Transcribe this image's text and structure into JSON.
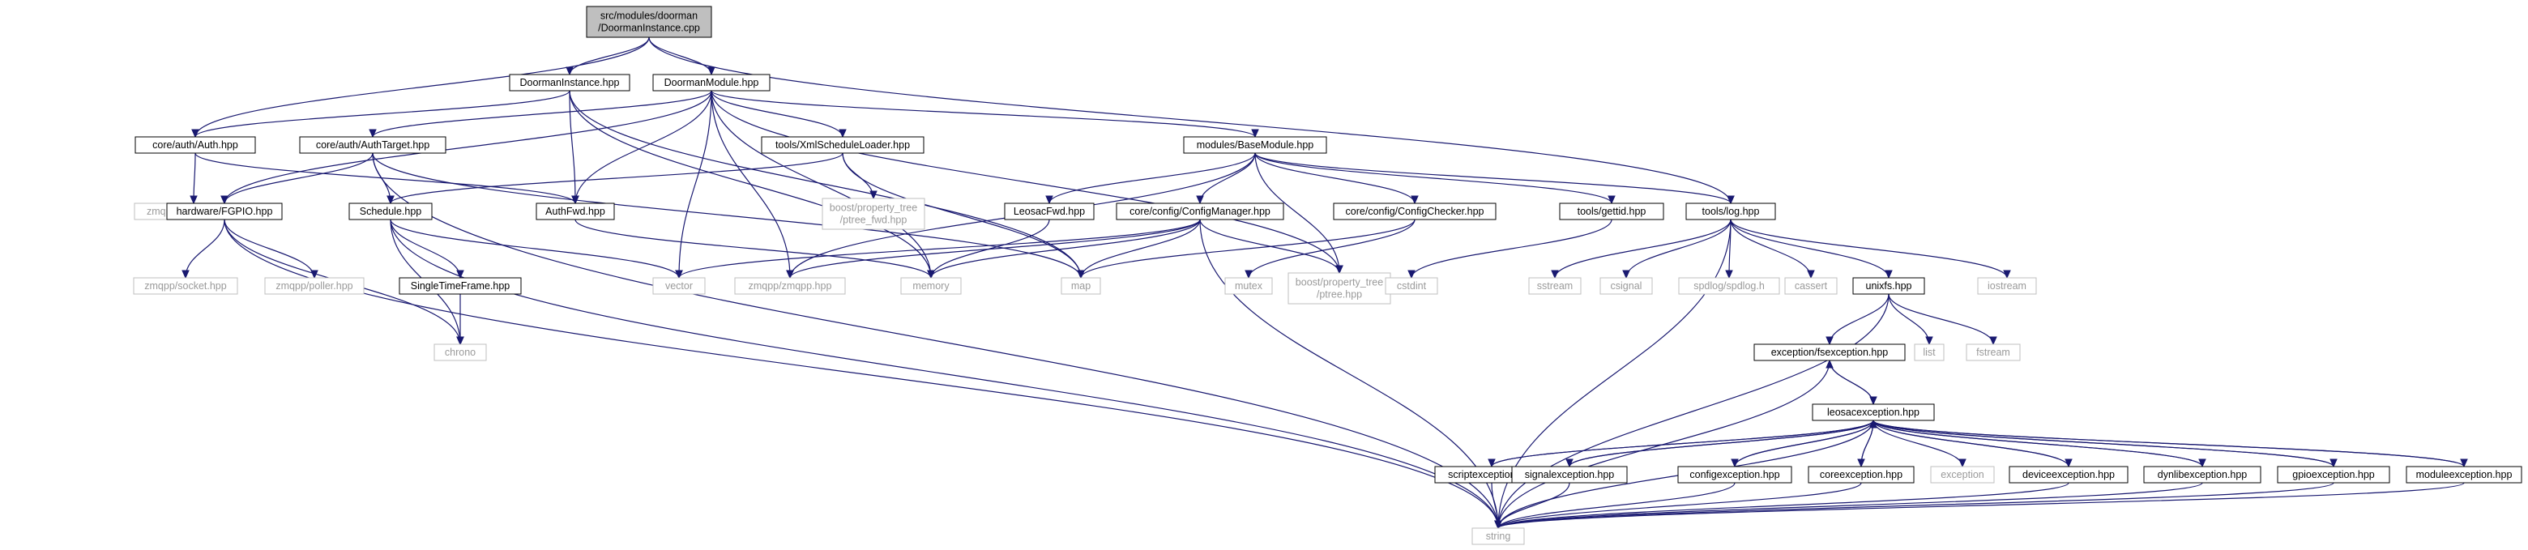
{
  "colors": {
    "edge": "#191970",
    "internal_border": "#000000",
    "external_border": "#bfbfbf",
    "external_text": "#9a9a9a",
    "root_fill": "#bfbfbf"
  },
  "nodes": [
    {
      "id": "root",
      "lines": [
        "src/modules/doorman",
        "/DoormanInstance.cpp"
      ],
      "kind": "root"
    },
    {
      "id": "doorman_instance_hpp",
      "lines": [
        "DoormanInstance.hpp"
      ],
      "kind": "internal"
    },
    {
      "id": "doorman_module_hpp",
      "lines": [
        "DoormanModule.hpp"
      ],
      "kind": "internal"
    },
    {
      "id": "auth_hpp",
      "lines": [
        "core/auth/Auth.hpp"
      ],
      "kind": "internal"
    },
    {
      "id": "auth_target_hpp",
      "lines": [
        "core/auth/AuthTarget.hpp"
      ],
      "kind": "internal"
    },
    {
      "id": "xml_schedule_loader_hpp",
      "lines": [
        "tools/XmlScheduleLoader.hpp"
      ],
      "kind": "internal"
    },
    {
      "id": "base_module_hpp",
      "lines": [
        "modules/BaseModule.hpp"
      ],
      "kind": "internal"
    },
    {
      "id": "zmqpp_message_hpp",
      "lines": [
        "zmqpp/message.hpp"
      ],
      "kind": "external"
    },
    {
      "id": "fgpio_hpp",
      "lines": [
        "hardware/FGPIO.hpp"
      ],
      "kind": "internal"
    },
    {
      "id": "schedule_hpp",
      "lines": [
        "Schedule.hpp"
      ],
      "kind": "internal"
    },
    {
      "id": "authfwd_hpp",
      "lines": [
        "AuthFwd.hpp"
      ],
      "kind": "internal"
    },
    {
      "id": "ptree_fwd_hpp",
      "lines": [
        "boost/property_tree",
        "/ptree_fwd.hpp"
      ],
      "kind": "external"
    },
    {
      "id": "leosacfwd_hpp",
      "lines": [
        "LeosacFwd.hpp"
      ],
      "kind": "internal"
    },
    {
      "id": "config_manager_hpp",
      "lines": [
        "core/config/ConfigManager.hpp"
      ],
      "kind": "internal"
    },
    {
      "id": "config_checker_hpp",
      "lines": [
        "core/config/ConfigChecker.hpp"
      ],
      "kind": "internal"
    },
    {
      "id": "gettid_hpp",
      "lines": [
        "tools/gettid.hpp"
      ],
      "kind": "internal"
    },
    {
      "id": "log_hpp",
      "lines": [
        "tools/log.hpp"
      ],
      "kind": "internal"
    },
    {
      "id": "zmqpp_socket_hpp",
      "lines": [
        "zmqpp/socket.hpp"
      ],
      "kind": "external"
    },
    {
      "id": "zmqpp_poller_hpp",
      "lines": [
        "zmqpp/poller.hpp"
      ],
      "kind": "external"
    },
    {
      "id": "single_time_frame_hpp",
      "lines": [
        "SingleTimeFrame.hpp"
      ],
      "kind": "internal"
    },
    {
      "id": "vector",
      "lines": [
        "vector"
      ],
      "kind": "external"
    },
    {
      "id": "zmqpp_zmqpp_hpp",
      "lines": [
        "zmqpp/zmqpp.hpp"
      ],
      "kind": "external"
    },
    {
      "id": "memory",
      "lines": [
        "memory"
      ],
      "kind": "external"
    },
    {
      "id": "map",
      "lines": [
        "map"
      ],
      "kind": "external"
    },
    {
      "id": "mutex",
      "lines": [
        "mutex"
      ],
      "kind": "external"
    },
    {
      "id": "ptree_hpp",
      "lines": [
        "boost/property_tree",
        "/ptree.hpp"
      ],
      "kind": "external"
    },
    {
      "id": "cstdint",
      "lines": [
        "cstdint"
      ],
      "kind": "external"
    },
    {
      "id": "sstream",
      "lines": [
        "sstream"
      ],
      "kind": "external"
    },
    {
      "id": "csignal",
      "lines": [
        "csignal"
      ],
      "kind": "external"
    },
    {
      "id": "spdlog_hpp",
      "lines": [
        "spdlog/spdlog.h"
      ],
      "kind": "external"
    },
    {
      "id": "cassert",
      "lines": [
        "cassert"
      ],
      "kind": "external"
    },
    {
      "id": "unixfs_hpp",
      "lines": [
        "unixfs.hpp"
      ],
      "kind": "internal"
    },
    {
      "id": "iostream",
      "lines": [
        "iostream"
      ],
      "kind": "external"
    },
    {
      "id": "chrono",
      "lines": [
        "chrono"
      ],
      "kind": "external"
    },
    {
      "id": "list",
      "lines": [
        "list"
      ],
      "kind": "external"
    },
    {
      "id": "fstream",
      "lines": [
        "fstream"
      ],
      "kind": "external"
    },
    {
      "id": "fsexception_hpp",
      "lines": [
        "exception/fsexception.hpp"
      ],
      "kind": "internal"
    },
    {
      "id": "leosacexception_hpp",
      "lines": [
        "leosacexception.hpp"
      ],
      "kind": "internal"
    },
    {
      "id": "scriptexception_hpp",
      "lines": [
        "scriptexception.hpp"
      ],
      "kind": "internal"
    },
    {
      "id": "signalexception_hpp",
      "lines": [
        "signalexception.hpp"
      ],
      "kind": "internal"
    },
    {
      "id": "configexception_hpp",
      "lines": [
        "configexception.hpp"
      ],
      "kind": "internal"
    },
    {
      "id": "coreexception_hpp",
      "lines": [
        "coreexception.hpp"
      ],
      "kind": "internal"
    },
    {
      "id": "exception",
      "lines": [
        "exception"
      ],
      "kind": "external"
    },
    {
      "id": "deviceexception_hpp",
      "lines": [
        "deviceexception.hpp"
      ],
      "kind": "internal"
    },
    {
      "id": "dynlibexception_hpp",
      "lines": [
        "dynlibexception.hpp"
      ],
      "kind": "internal"
    },
    {
      "id": "gpioexception_hpp",
      "lines": [
        "gpioexception.hpp"
      ],
      "kind": "internal"
    },
    {
      "id": "moduleexception_hpp",
      "lines": [
        "moduleexception.hpp"
      ],
      "kind": "internal"
    },
    {
      "id": "string",
      "lines": [
        "string"
      ],
      "kind": "external"
    }
  ],
  "edges": [
    [
      "root",
      "doorman_instance_hpp"
    ],
    [
      "root",
      "doorman_module_hpp"
    ],
    [
      "root",
      "auth_hpp"
    ],
    [
      "root",
      "log_hpp"
    ],
    [
      "doorman_instance_hpp",
      "auth_hpp"
    ],
    [
      "doorman_instance_hpp",
      "authfwd_hpp"
    ],
    [
      "doorman_instance_hpp",
      "memory"
    ],
    [
      "doorman_instance_hpp",
      "map"
    ],
    [
      "doorman_module_hpp",
      "fgpio_hpp"
    ],
    [
      "doorman_module_hpp",
      "auth_target_hpp"
    ],
    [
      "doorman_module_hpp",
      "xml_schedule_loader_hpp"
    ],
    [
      "doorman_module_hpp",
      "base_module_hpp"
    ],
    [
      "doorman_module_hpp",
      "vector"
    ],
    [
      "doorman_module_hpp",
      "zmqpp_zmqpp_hpp"
    ],
    [
      "doorman_module_hpp",
      "memory"
    ],
    [
      "doorman_module_hpp",
      "ptree_hpp"
    ],
    [
      "doorman_module_hpp",
      "authfwd_hpp"
    ],
    [
      "auth_hpp",
      "zmqpp_message_hpp"
    ],
    [
      "auth_hpp",
      "authfwd_hpp"
    ],
    [
      "auth_target_hpp",
      "fgpio_hpp"
    ],
    [
      "auth_target_hpp",
      "schedule_hpp"
    ],
    [
      "auth_target_hpp",
      "string"
    ],
    [
      "auth_target_hpp",
      "map"
    ],
    [
      "xml_schedule_loader_hpp",
      "schedule_hpp"
    ],
    [
      "xml_schedule_loader_hpp",
      "ptree_fwd_hpp"
    ],
    [
      "xml_schedule_loader_hpp",
      "map"
    ],
    [
      "base_module_hpp",
      "zmqpp_zmqpp_hpp"
    ],
    [
      "base_module_hpp",
      "leosacfwd_hpp"
    ],
    [
      "base_module_hpp",
      "config_manager_hpp"
    ],
    [
      "base_module_hpp",
      "config_checker_hpp"
    ],
    [
      "base_module_hpp",
      "gettid_hpp"
    ],
    [
      "base_module_hpp",
      "log_hpp"
    ],
    [
      "base_module_hpp",
      "ptree_hpp"
    ],
    [
      "fgpio_hpp",
      "zmqpp_socket_hpp"
    ],
    [
      "fgpio_hpp",
      "zmqpp_poller_hpp"
    ],
    [
      "fgpio_hpp",
      "chrono"
    ],
    [
      "fgpio_hpp",
      "string"
    ],
    [
      "schedule_hpp",
      "single_time_frame_hpp"
    ],
    [
      "schedule_hpp",
      "vector"
    ],
    [
      "schedule_hpp",
      "chrono"
    ],
    [
      "schedule_hpp",
      "string"
    ],
    [
      "authfwd_hpp",
      "memory"
    ],
    [
      "single_time_frame_hpp",
      "chrono"
    ],
    [
      "leosacfwd_hpp",
      "memory"
    ],
    [
      "config_manager_hpp",
      "vector"
    ],
    [
      "config_manager_hpp",
      "zmqpp_zmqpp_hpp"
    ],
    [
      "config_manager_hpp",
      "memory"
    ],
    [
      "config_manager_hpp",
      "map"
    ],
    [
      "config_manager_hpp",
      "ptree_hpp"
    ],
    [
      "config_manager_hpp",
      "string"
    ],
    [
      "config_checker_hpp",
      "map"
    ],
    [
      "config_checker_hpp",
      "mutex"
    ],
    [
      "gettid_hpp",
      "cstdint"
    ],
    [
      "log_hpp",
      "sstream"
    ],
    [
      "log_hpp",
      "csignal"
    ],
    [
      "log_hpp",
      "spdlog_hpp"
    ],
    [
      "log_hpp",
      "cassert"
    ],
    [
      "log_hpp",
      "unixfs_hpp"
    ],
    [
      "log_hpp",
      "iostream"
    ],
    [
      "log_hpp",
      "string"
    ],
    [
      "unixfs_hpp",
      "list"
    ],
    [
      "unixfs_hpp",
      "fstream"
    ],
    [
      "unixfs_hpp",
      "fsexception_hpp"
    ],
    [
      "unixfs_hpp",
      "string"
    ],
    [
      "fsexception_hpp",
      "leosacexception_hpp"
    ],
    [
      "fsexception_hpp",
      "string"
    ],
    [
      "leosacexception_hpp",
      "exception"
    ],
    [
      "leosacexception_hpp",
      "string"
    ],
    [
      "leosacexception_hpp",
      "fsexception_hpp"
    ],
    [
      "leosacexception_hpp",
      "scriptexception_hpp"
    ],
    [
      "leosacexception_hpp",
      "signalexception_hpp"
    ],
    [
      "leosacexception_hpp",
      "configexception_hpp"
    ],
    [
      "leosacexception_hpp",
      "coreexception_hpp"
    ],
    [
      "leosacexception_hpp",
      "deviceexception_hpp"
    ],
    [
      "leosacexception_hpp",
      "dynlibexception_hpp"
    ],
    [
      "leosacexception_hpp",
      "gpioexception_hpp"
    ],
    [
      "leosacexception_hpp",
      "moduleexception_hpp"
    ],
    [
      "scriptexception_hpp",
      "leosacexception_hpp"
    ],
    [
      "scriptexception_hpp",
      "string"
    ],
    [
      "signalexception_hpp",
      "leosacexception_hpp"
    ],
    [
      "signalexception_hpp",
      "string"
    ],
    [
      "configexception_hpp",
      "leosacexception_hpp"
    ],
    [
      "configexception_hpp",
      "string"
    ],
    [
      "coreexception_hpp",
      "leosacexception_hpp"
    ],
    [
      "coreexception_hpp",
      "string"
    ],
    [
      "deviceexception_hpp",
      "leosacexception_hpp"
    ],
    [
      "deviceexception_hpp",
      "string"
    ],
    [
      "dynlibexception_hpp",
      "leosacexception_hpp"
    ],
    [
      "dynlibexception_hpp",
      "string"
    ],
    [
      "gpioexception_hpp",
      "leosacexception_hpp"
    ],
    [
      "gpioexception_hpp",
      "string"
    ],
    [
      "moduleexception_hpp",
      "leosacexception_hpp"
    ],
    [
      "moduleexception_hpp",
      "string"
    ]
  ]
}
